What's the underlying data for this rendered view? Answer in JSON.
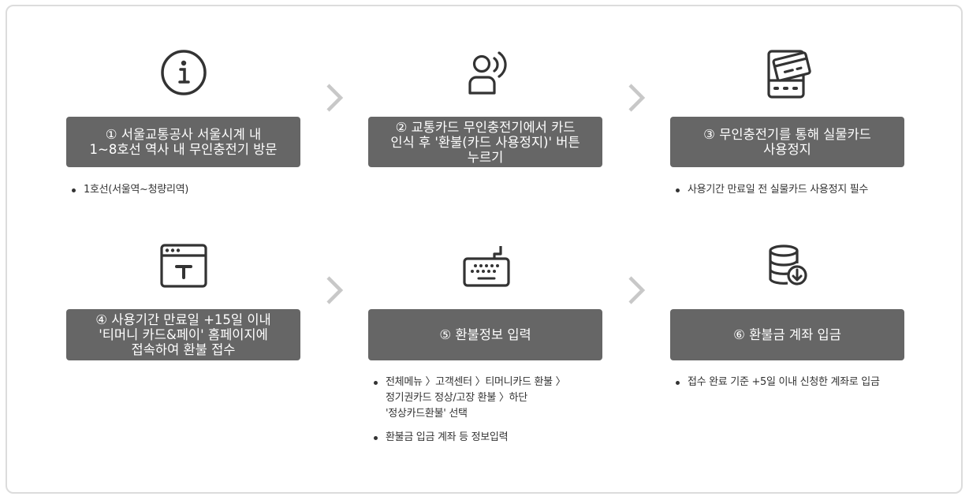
{
  "steps": [
    {
      "icon": "info-circle-icon",
      "title": "① 서울교통공사 서울시계 내\n1~8호선 역사 내 무인충전기 방문",
      "notes": [
        "1호선(서울역~청량리역)"
      ]
    },
    {
      "icon": "person-voice-icon",
      "title": "② 교통카드 무인충전기에서 카드\n인식 후 '환불(카드 사용정지)' 버튼\n누르기",
      "notes": []
    },
    {
      "icon": "card-reader-icon",
      "title": "③ 무인충전기를 통해 실물카드\n사용정지",
      "notes": [
        "사용기간 만료일 전 실물카드 사용정지 필수"
      ]
    },
    {
      "icon": "browser-window-icon",
      "title": "④ 사용기간 만료일 +15일 이내\n'티머니 카드&페이' 홈페이지에\n접속하여 환불 접수",
      "notes": []
    },
    {
      "icon": "keyboard-icon",
      "title": "⑤ 환불정보 입력",
      "notes": [
        "전체메뉴 〉고객센터 〉티머니카드 환불 〉\n정기권카드 정상/고장 환불 〉하단\n'정상카드환불' 선택",
        "환불금 입금 계좌 등 정보입력"
      ]
    },
    {
      "icon": "database-download-icon",
      "title": "⑥ 환불금 계좌 입금",
      "notes": [
        "접수 완료 기준 +5일 이내 신청한 계좌로 입금"
      ]
    }
  ],
  "arrows": [
    "chevron-right-icon",
    "chevron-right-icon",
    "chevron-right-icon",
    "chevron-right-icon"
  ],
  "colors": {
    "box_bg": "#666666",
    "box_text": "#ffffff",
    "border": "#dcdcdc",
    "chevron": "#c8c8c8",
    "icon": "#333333"
  }
}
